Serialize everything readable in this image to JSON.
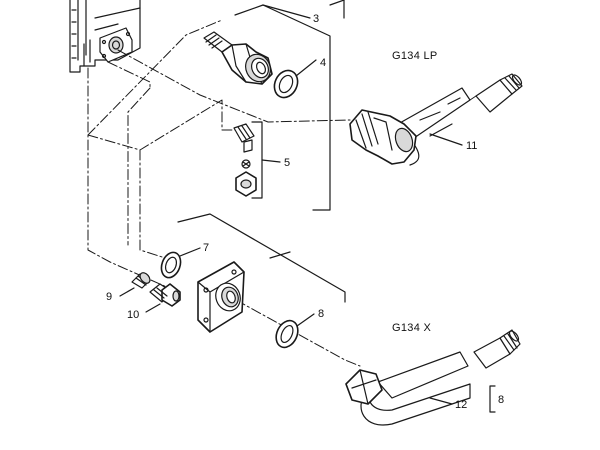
{
  "diagram": {
    "models": [
      {
        "id": "lp",
        "text": "G134 LP"
      },
      {
        "id": "x",
        "text": "G134 X"
      }
    ],
    "callouts": [
      {
        "id": "c3",
        "text": "3"
      },
      {
        "id": "c4",
        "text": "4"
      },
      {
        "id": "c5",
        "text": "5"
      },
      {
        "id": "c7",
        "text": "7"
      },
      {
        "id": "c8a",
        "text": "8"
      },
      {
        "id": "c9",
        "text": "9"
      },
      {
        "id": "c10",
        "text": "10"
      },
      {
        "id": "c11",
        "text": "11"
      },
      {
        "id": "c12",
        "text": "12"
      },
      {
        "id": "c12ref",
        "text": "8"
      }
    ]
  }
}
